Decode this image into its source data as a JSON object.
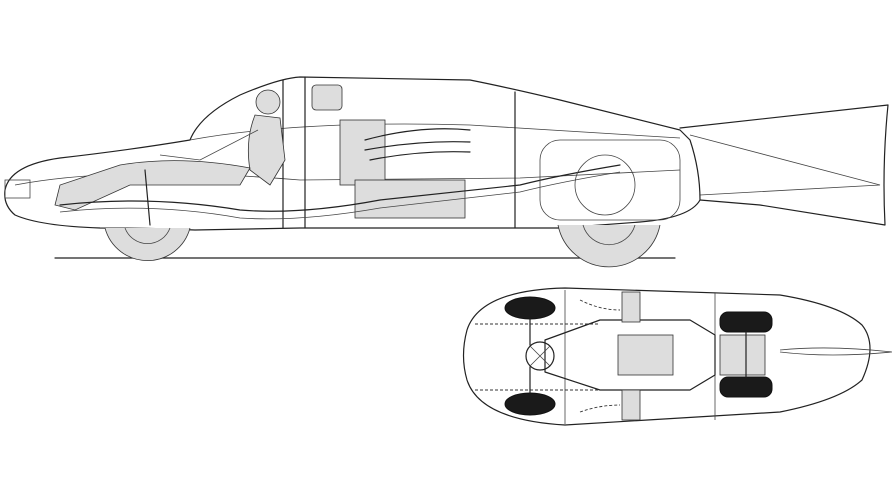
{
  "illustration": {
    "subject": "streamliner-car-cutaway",
    "views": [
      "side-cutaway",
      "top-plan"
    ]
  },
  "colors": {
    "background": "#ffffff",
    "ink": "#222222",
    "tyre": "#1a1a1a"
  }
}
